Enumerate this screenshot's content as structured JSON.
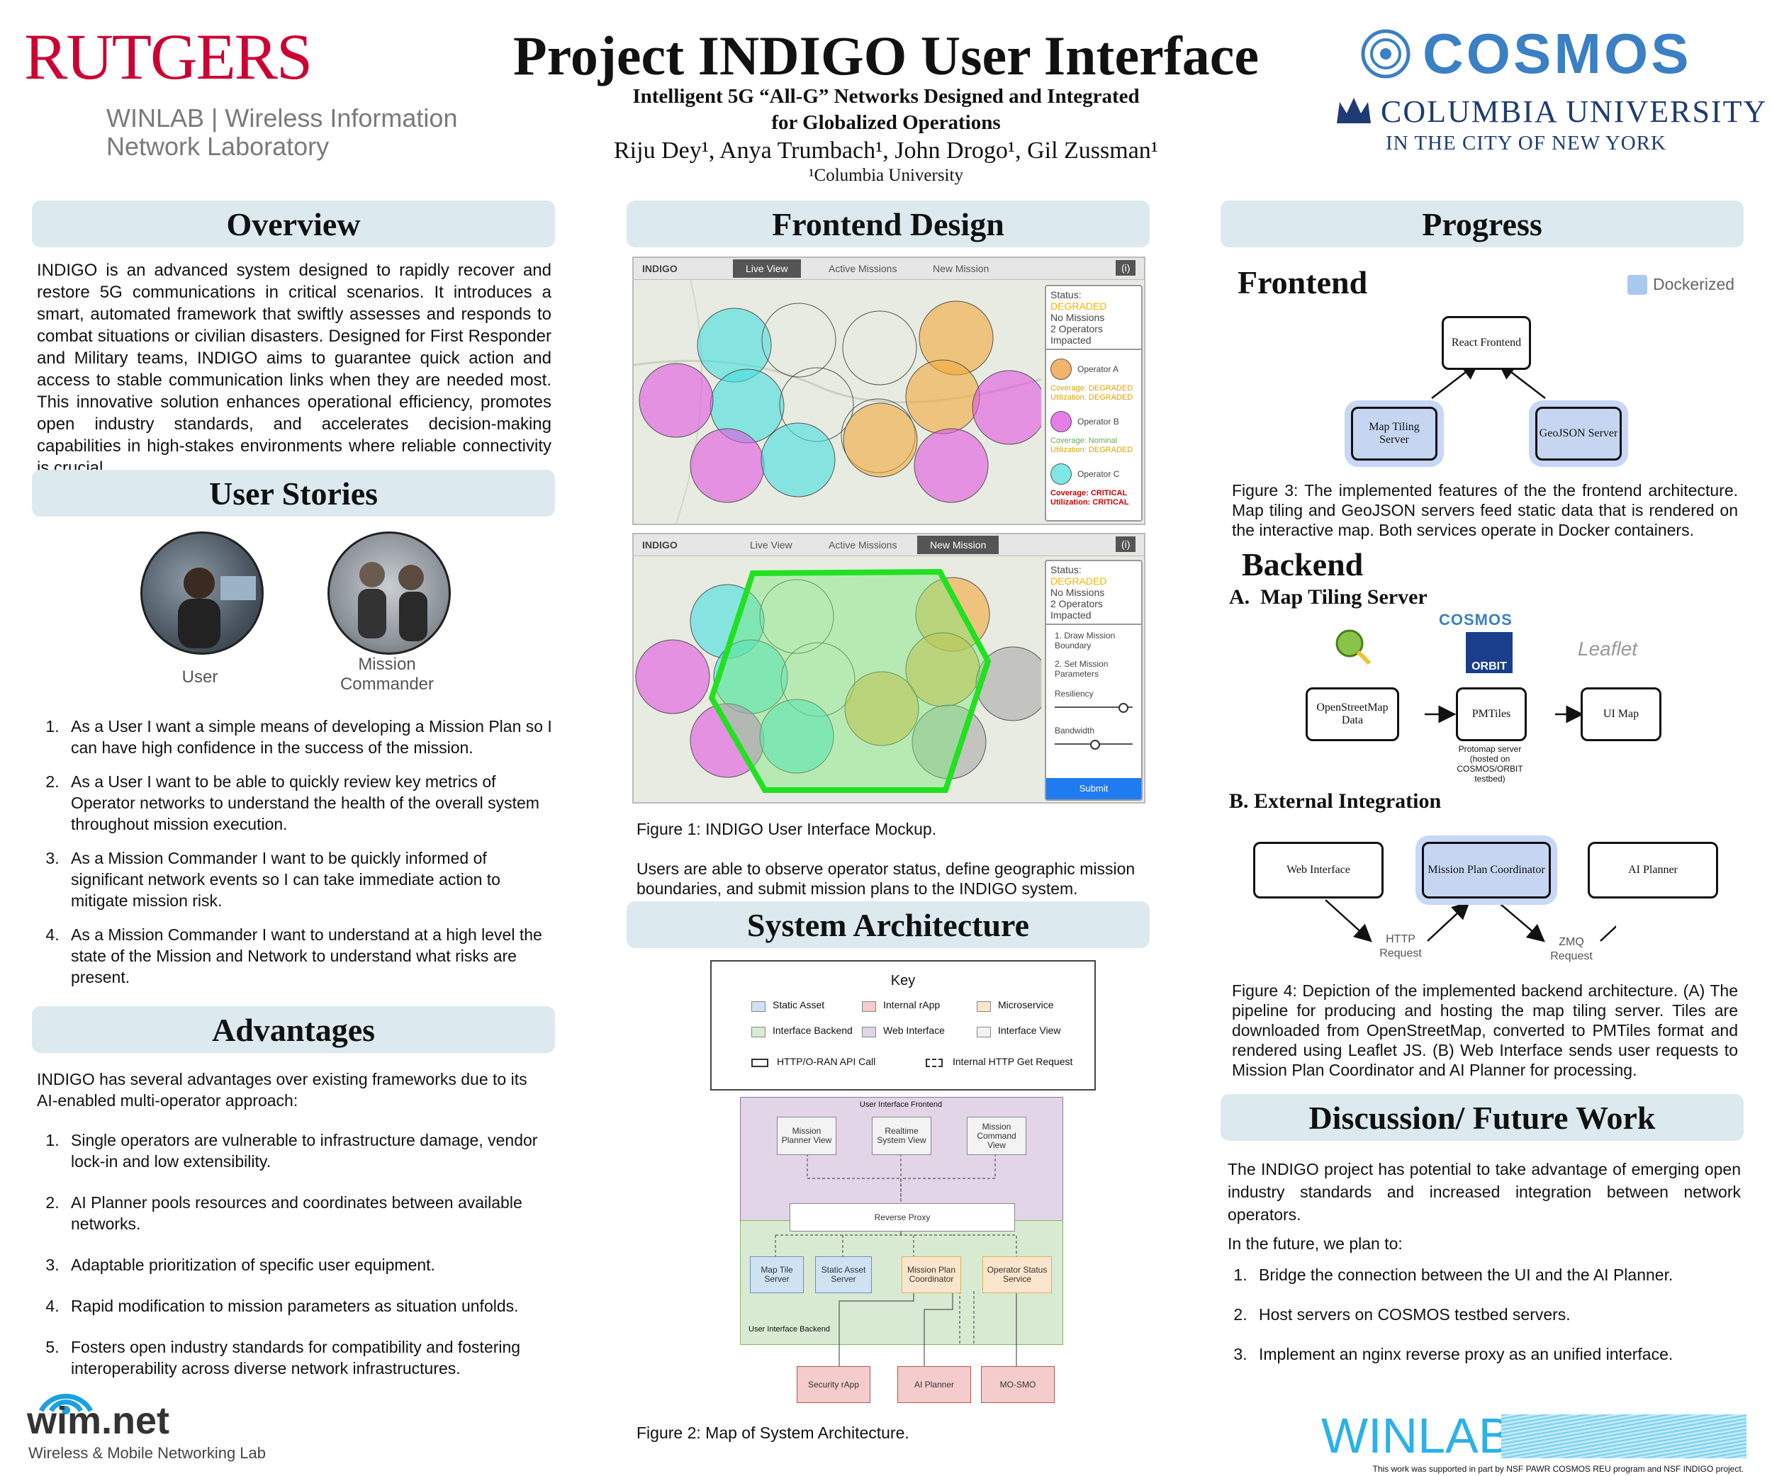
{
  "header": {
    "title": "Project INDIGO User Interface",
    "subtitle_line1": "Intelligent 5G “All-G” Networks Designed and Integrated",
    "subtitle_line2": "for Globalized Operations",
    "authors": "Riju Dey¹, Anya Trumbach¹, John Drogo¹, Gil Zussman¹",
    "affiliation": "¹Columbia University"
  },
  "logos": {
    "rutgers": "RUTGERS",
    "winlab_line1": "WINLAB | Wireless Information",
    "winlab_line2": "Network Laboratory",
    "cosmos": "COSMOS",
    "columbia_line1": "COLUMBIA UNIVERSITY",
    "columbia_line2": "IN THE CITY OF NEW YORK",
    "wimnet": "wim.net",
    "wimnet_sub": "Wireless & Mobile Networking Lab",
    "winlab_bottom": "WINLAB",
    "funding": "This work was supported in part by NSF PAWR COSMOS REU program and NSF INDIGO project."
  },
  "overview": {
    "heading": "Overview",
    "text": "INDIGO is an advanced system designed to rapidly recover and restore 5G communications in critical scenarios. It introduces a smart, automated framework that swiftly assesses and responds to combat situations or civilian disasters. Designed for First Responder and Military teams, INDIGO aims to guarantee quick action and access to stable communication links when they are needed most. This innovative solution enhances operational efficiency, promotes open industry standards, and accelerates decision-making capabilities in high-stakes environments where reliable connectivity is crucial."
  },
  "user_stories": {
    "heading": "User Stories",
    "persona1": "User",
    "persona2_line1": "Mission",
    "persona2_line2": "Commander",
    "items": [
      "As a User I want a simple means of developing a Mission Plan so I can have high confidence in the success of the mission.",
      "As a User I want to be able to quickly review key metrics of Operator networks to understand the health of the overall system throughout mission execution.",
      "As a Mission Commander I want to be quickly informed of significant network events so I can take immediate action to mitigate mission risk.",
      "As a Mission Commander I want to understand at a high level the state of the Mission and Network to understand what risks are present."
    ]
  },
  "advantages": {
    "heading": "Advantages",
    "intro": "INDIGO has several advantages over existing frameworks due to its AI-enabled multi-operator approach:",
    "items": [
      "Single operators are vulnerable to infrastructure damage, vendor lock-in and low extensibility.",
      "AI Planner pools resources and coordinates between available networks.",
      "Adaptable prioritization of specific user equipment.",
      "Rapid modification to mission parameters as situation unfolds.",
      "Fosters open industry standards for compatibility and fostering interoperability across diverse network infrastructures."
    ]
  },
  "frontend_design": {
    "heading": "Frontend Design",
    "mock1": {
      "brand": "INDIGO",
      "tab1": "Live View",
      "tab2": "Active Missions",
      "tab3": "New Mission",
      "info": "(i)",
      "status_label": "Status:",
      "status_value": "DEGRADED",
      "line2": "No Missions",
      "line3": "2 Operators",
      "line4": "Impacted",
      "opA": "Operator A",
      "opA_cov": "Coverage: DEGRADED",
      "opA_util": "Utilization: DEGRADED",
      "opB": "Operator B",
      "opB_cov": "Coverage: Nominal",
      "opB_util": "Utilization: DEGRADED",
      "opC": "Operator C",
      "opC_cov": "Coverage: CRITICAL",
      "opC_util": "Utilization: CRITICAL"
    },
    "mock2": {
      "brand": "INDIGO",
      "tab1": "Live View",
      "tab2": "Active Missions",
      "tab3": "New Mission",
      "info": "(i)",
      "status_label": "Status:",
      "status_value": "DEGRADED",
      "line2": "No Missions",
      "line3": "2 Operators",
      "line4": "Impacted",
      "step1": "1. Draw Mission Boundary",
      "step2": "2. Set Mission Parameters",
      "resiliency": "Resiliency",
      "bandwidth": "Bandwidth",
      "submit": "Submit",
      "resiliency_level": 0.95,
      "bandwidth_level": 0.55
    },
    "caption": "Figure 1: INDIGO User Interface Mockup.",
    "caption2": "Users are able to observe operator status, define geographic mission boundaries, and submit mission plans to the INDIGO system."
  },
  "system_architecture": {
    "heading": "System Architecture",
    "key_title": "Key",
    "key": [
      {
        "label": "Static Asset",
        "color": "#cfe2f3"
      },
      {
        "label": "Internal rApp",
        "color": "#f4cccc"
      },
      {
        "label": "Microservice",
        "color": "#fce5cd"
      },
      {
        "label": "Interface Backend",
        "color": "#d9ead3"
      },
      {
        "label": "Web Interface",
        "color": "#e1d5e7"
      },
      {
        "label": "Interface View",
        "color": "#f3f3f3"
      }
    ],
    "key_line1": "HTTP/O-RAN API Call",
    "key_line2": "Internal HTTP Get Request",
    "frontend_label": "User Interface Frontend",
    "backend_label": "User Interface Backend",
    "view1": "Mission Planner View",
    "view2": "Realtime System View",
    "view3": "Mission Command View",
    "proxy": "Reverse Proxy",
    "svc1": "Map Tile Server",
    "svc2": "Static Asset Server",
    "svc3": "Mission Plan Coordinator",
    "svc4": "Operator Status Service",
    "ext1": "Security rApp",
    "ext2": "AI Planner",
    "ext3": "MO-SMO",
    "caption": "Figure 2: Map of System Architecture."
  },
  "progress": {
    "heading": "Progress",
    "frontend_title": "Frontend",
    "legend": "Dockerized",
    "react": "React Frontend",
    "maptile": "Map Tiling Server",
    "geojson": "GeoJSON Server",
    "caption3": "Figure 3: The implemented features of the the frontend architecture. Map tiling and GeoJSON servers feed static data that is rendered on the interactive map. Both services operate in Docker containers.",
    "backend_title": "Backend",
    "sub_a": "A.  Map Tiling Server",
    "cosmos_small": "COSMOS",
    "orbit": "ORBIT",
    "leaflet": "Leaflet",
    "osm": "OpenStreetMap Data",
    "pmtiles": "PMTiles",
    "uimap": "UI Map",
    "protomap_note": "Protomap server (hosted on COSMOS/ORBIT testbed)",
    "sub_b": "B. External Integration",
    "web": "Web Interface",
    "mpc": "Mission Plan Coordinator",
    "ai": "AI Planner",
    "http": "HTTP Request",
    "zmq": "ZMQ Request",
    "caption4": "Figure 4: Depiction of the implemented backend architecture. (A) The pipeline for producing and hosting the map tiling server. Tiles are downloaded from OpenStreetMap, converted to PMTiles format and rendered using Leaflet JS. (B) Web Interface sends user requests to Mission Plan Coordinator and AI Planner for processing."
  },
  "discussion": {
    "heading": "Discussion/ Future Work",
    "text": "The INDIGO project has potential to take advantage of emerging open industry standards and increased integration between network operators.",
    "intro": "In the future, we plan to:",
    "items": [
      "Bridge the connection between the UI and the AI Planner.",
      "Host servers on COSMOS testbed servers.",
      "Implement an nginx reverse proxy as an unified interface."
    ]
  }
}
